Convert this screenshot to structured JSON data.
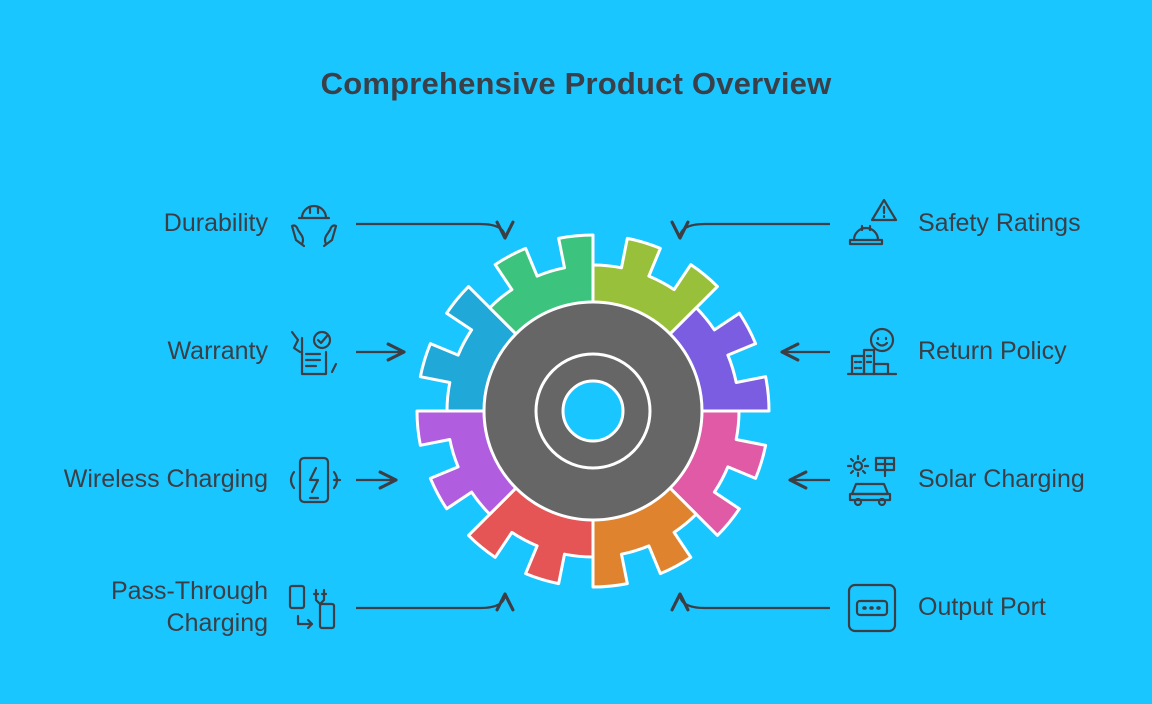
{
  "title": "Comprehensive Product Overview",
  "left_items": [
    {
      "label": "Durability",
      "icon": "hardhat-hands-icon",
      "color": "#3cc47f"
    },
    {
      "label": "Warranty",
      "icon": "checklist-document-icon",
      "color": "#1fa8d8"
    },
    {
      "label": "Wireless Charging",
      "icon": "wireless-phone-icon",
      "color": "#b05de0"
    },
    {
      "label": "Pass-Through Charging",
      "label_lines": [
        "Pass-Through",
        "Charging"
      ],
      "icon": "device-transfer-icon",
      "color": "#e65555"
    }
  ],
  "right_items": [
    {
      "label": "Safety Ratings",
      "icon": "warning-hardhat-icon",
      "color": "#98c03a"
    },
    {
      "label": "Return Policy",
      "icon": "smiley-building-icon",
      "color": "#7a5de0"
    },
    {
      "label": "Solar Charging",
      "icon": "solar-car-icon",
      "color": "#e05aa6"
    },
    {
      "label": "Output Port",
      "icon": "port-icon",
      "color": "#e0832e"
    }
  ],
  "colors": {
    "background": "#1ac6ff",
    "hub": "#666666",
    "text": "#3b3f45"
  }
}
